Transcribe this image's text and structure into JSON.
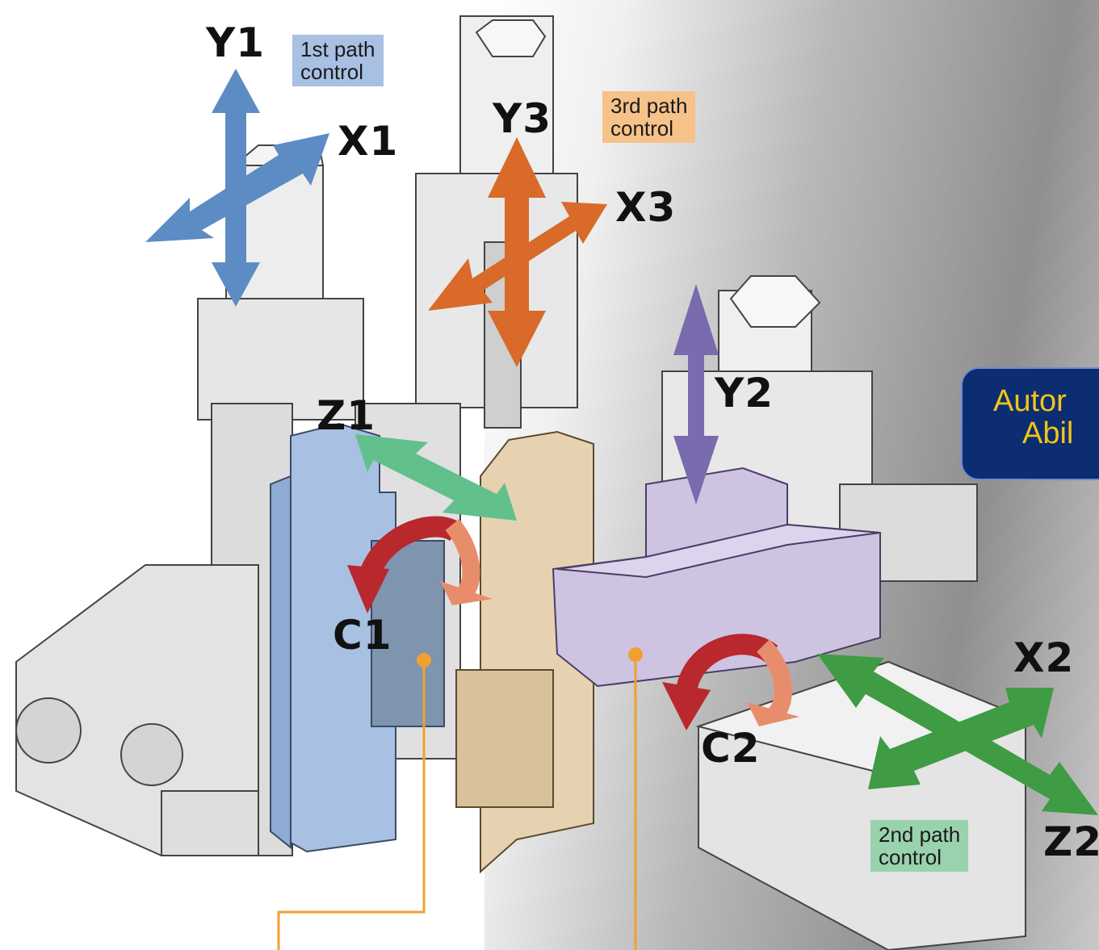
{
  "axes": {
    "y1": "Y1",
    "x1": "X1",
    "z1": "Z1",
    "c1": "C1",
    "y2": "Y2",
    "x2": "X2",
    "z2": "Z2",
    "c2": "C2",
    "y3": "Y3",
    "x3": "X3"
  },
  "paths": {
    "first": {
      "line1": "1st path",
      "line2": "control",
      "color": "#a8c0e2"
    },
    "second": {
      "line1": "2nd path",
      "line2": "control",
      "color": "#98d3ad"
    },
    "third": {
      "line1": "3rd path",
      "line2": "control",
      "color": "#f6c28a"
    }
  },
  "badge": {
    "line1": "Autor",
    "line2": "Abil"
  },
  "colors": {
    "path1_arrow": "#5d8cc4",
    "path2_arrow": "#3f9b44",
    "path3_arrow": "#d96a29",
    "y2_arrow": "#7a6aae",
    "z1_arrow": "#62c08d",
    "rotation_dark": "#b8282d",
    "rotation_light": "#e88d6b",
    "leader": "#f0a030"
  }
}
